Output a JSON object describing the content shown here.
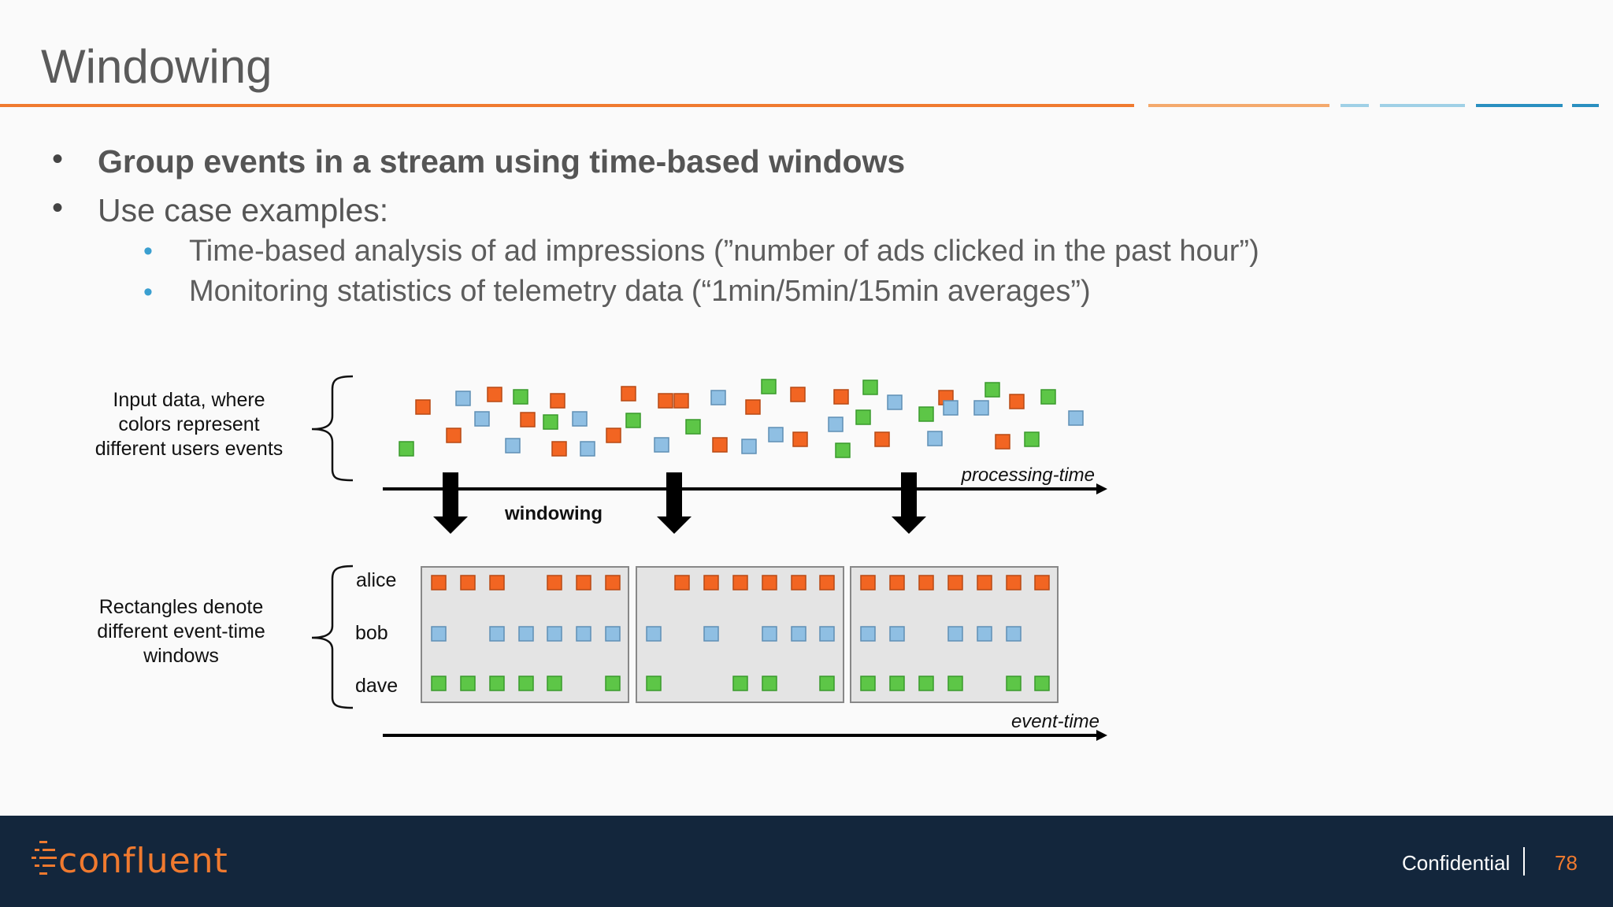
{
  "slide": {
    "title": "Windowing",
    "bullets": [
      {
        "text": "Group events in a stream using time-based windows",
        "level": 1,
        "bold": true
      },
      {
        "text": "Use case examples:",
        "level": 1,
        "bold": false
      },
      {
        "text": "Time-based analysis of ad impressions (”number of ads clicked in the past hour”)",
        "level": 2,
        "bold": false
      },
      {
        "text": "Monitoring statistics of telemetry data (“1min/5min/15min averages”)",
        "level": 2,
        "bold": false
      }
    ]
  },
  "diagram": {
    "input_label": [
      "Input data, where",
      "colors represent",
      "different users events"
    ],
    "windows_label": [
      "Rectangles denote",
      "different event-time",
      "windows"
    ],
    "processing_axis": "processing-time",
    "event_axis": "event-time",
    "windowing_label": "windowing",
    "users": [
      "alice",
      "bob",
      "dave"
    ],
    "colors": {
      "alice": "#f26522",
      "bob": "#8fbfe3",
      "dave": "#5dc647"
    }
  },
  "footer": {
    "brand": "confluent",
    "confidential": "Confidential",
    "page_number": "78"
  }
}
